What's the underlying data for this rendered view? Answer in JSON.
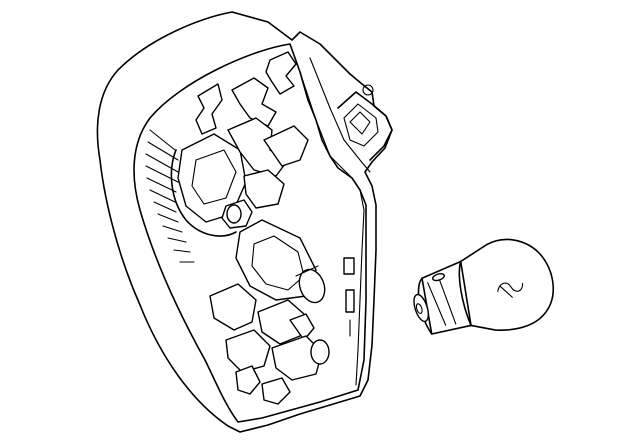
{
  "diagram": {
    "parts": [
      {
        "id": "lamp-housing",
        "kind": "tail-lamp-housing"
      },
      {
        "id": "bulb",
        "kind": "bayonet-bulb"
      }
    ],
    "colors": {
      "line": "#000000",
      "background": "#ffffff"
    }
  }
}
